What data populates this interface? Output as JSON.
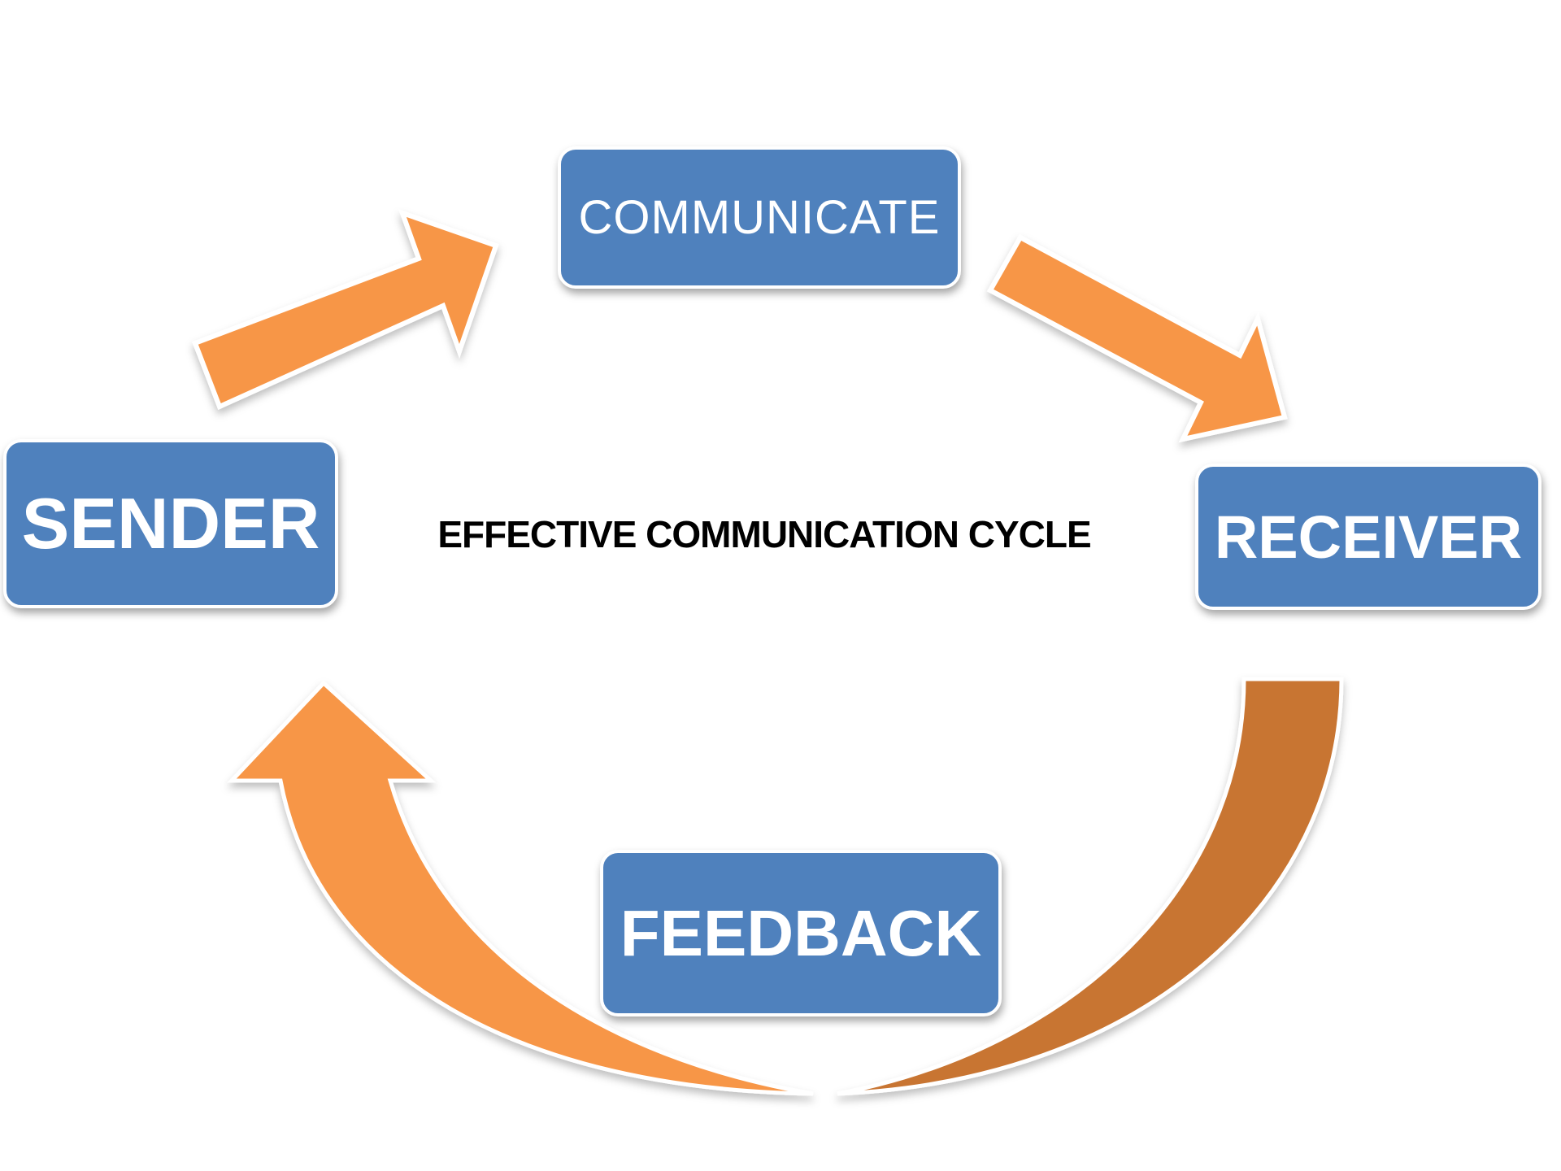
{
  "diagram": {
    "title": "EFFECTIVE COMMUNICATION CYCLE",
    "nodes": {
      "communicate": "COMMUNICATE",
      "sender": "SENDER",
      "receiver": "RECEIVER",
      "feedback": "FEEDBACK"
    },
    "colors": {
      "box_fill": "#4f81bd",
      "arrow_light": "#f79646",
      "arrow_dark": "#c87533",
      "text_on_box": "#ffffff",
      "title_text": "#000000"
    },
    "flow": [
      {
        "from": "SENDER",
        "to": "COMMUNICATE"
      },
      {
        "from": "COMMUNICATE",
        "to": "RECEIVER"
      },
      {
        "from": "RECEIVER",
        "to": "SENDER",
        "via": "FEEDBACK"
      }
    ]
  }
}
